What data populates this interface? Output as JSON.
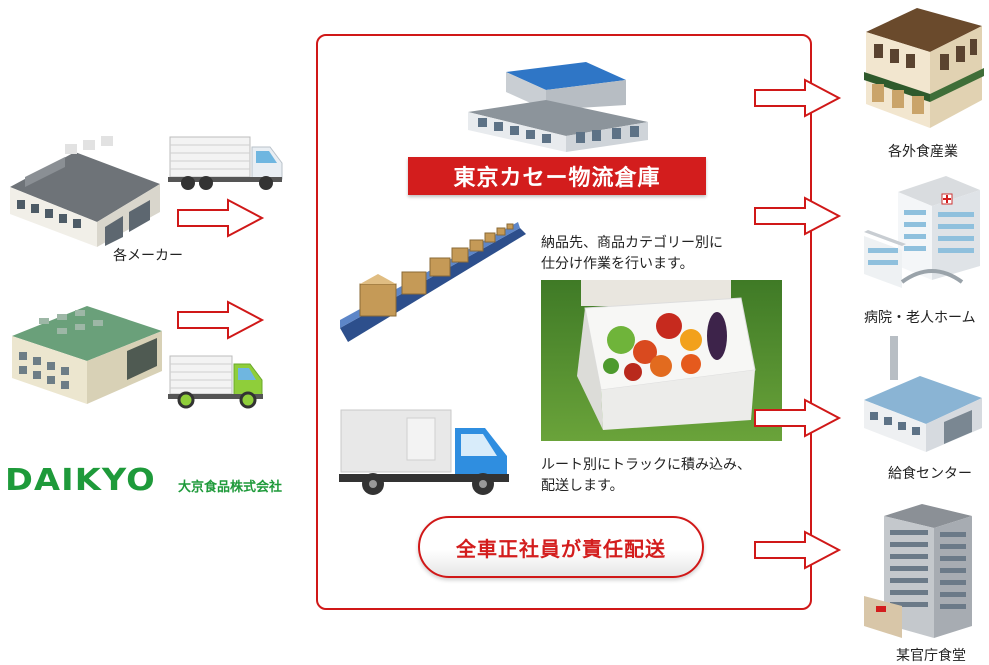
{
  "left": {
    "makers_label": "各メーカー",
    "brand_logo": "DAIKYO",
    "brand_name_jp": "大京食品株式会社"
  },
  "center": {
    "warehouse_title": "東京カセー物流倉庫",
    "sorting_text_line1": "納品先、商品カテゴリー別に",
    "sorting_text_line2": "仕分け作業を行います。",
    "loading_text_line1": "ルート別にトラックに積み込み、",
    "loading_text_line2": "配送します。",
    "delivery_badge": "全車正社員が責任配送",
    "emphasis_dots": "・・・・・・"
  },
  "right": {
    "dest1": "各外食産業",
    "dest2": "病院・老人ホーム",
    "dest3": "給食センター",
    "dest4": "某官庁食堂"
  },
  "colors": {
    "accent_red": "#d31d1d",
    "brand_green": "#1e9a3a"
  }
}
